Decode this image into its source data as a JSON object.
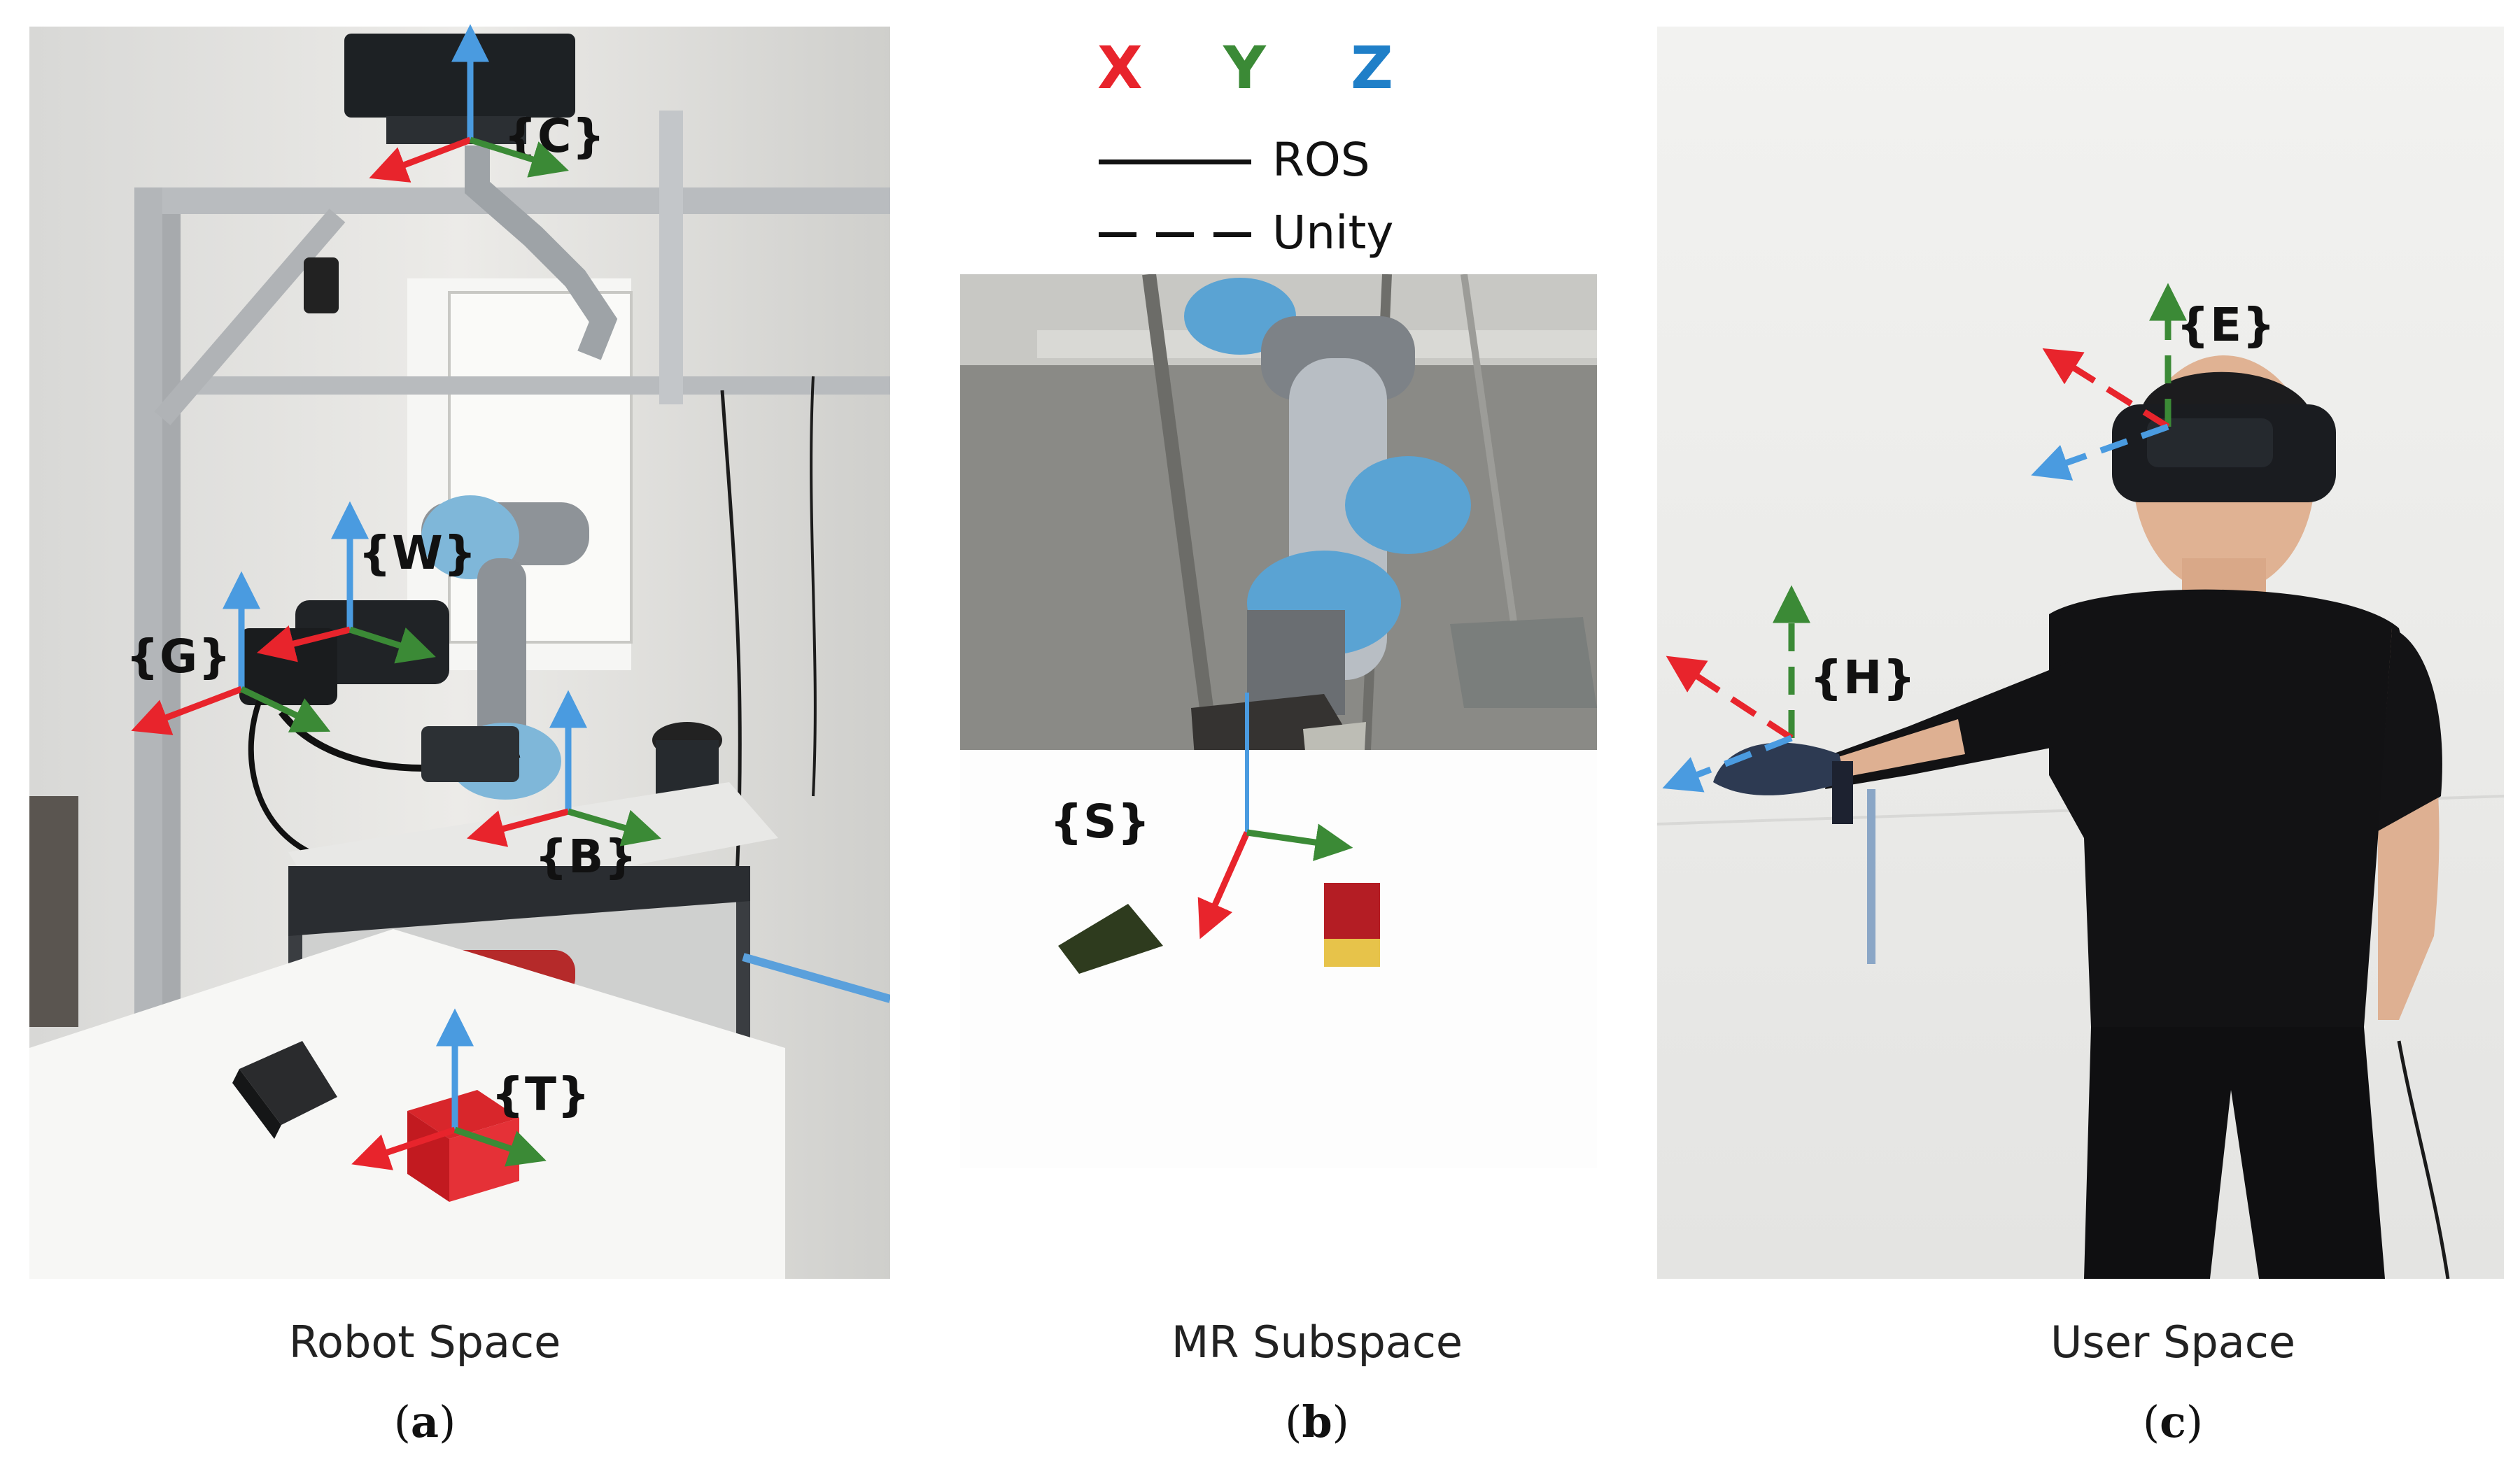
{
  "legend": {
    "axes": [
      {
        "label": "X",
        "color": "#e8242c"
      },
      {
        "label": "Y",
        "color": "#3b8a36"
      },
      {
        "label": "Z",
        "color": "#1f7fc8"
      }
    ],
    "styles": [
      {
        "label": "ROS",
        "style": "solid"
      },
      {
        "label": "Unity",
        "style": "dashed"
      }
    ]
  },
  "panels": [
    {
      "caption": "Robot Space",
      "sublabel_letter": "a",
      "sublabel_open": "(",
      "sublabel_close": ")"
    },
    {
      "caption": "MR Subspace",
      "sublabel_letter": "b",
      "sublabel_open": "(",
      "sublabel_close": ")"
    },
    {
      "caption": "User Space",
      "sublabel_letter": "c",
      "sublabel_open": "(",
      "sublabel_close": ")"
    }
  ],
  "frames": {
    "C": "{C}",
    "W": "{W}",
    "G": "{G}",
    "B": "{B}",
    "T": "{T}",
    "S": "{S}",
    "E": "{E}",
    "H": "{H}"
  }
}
